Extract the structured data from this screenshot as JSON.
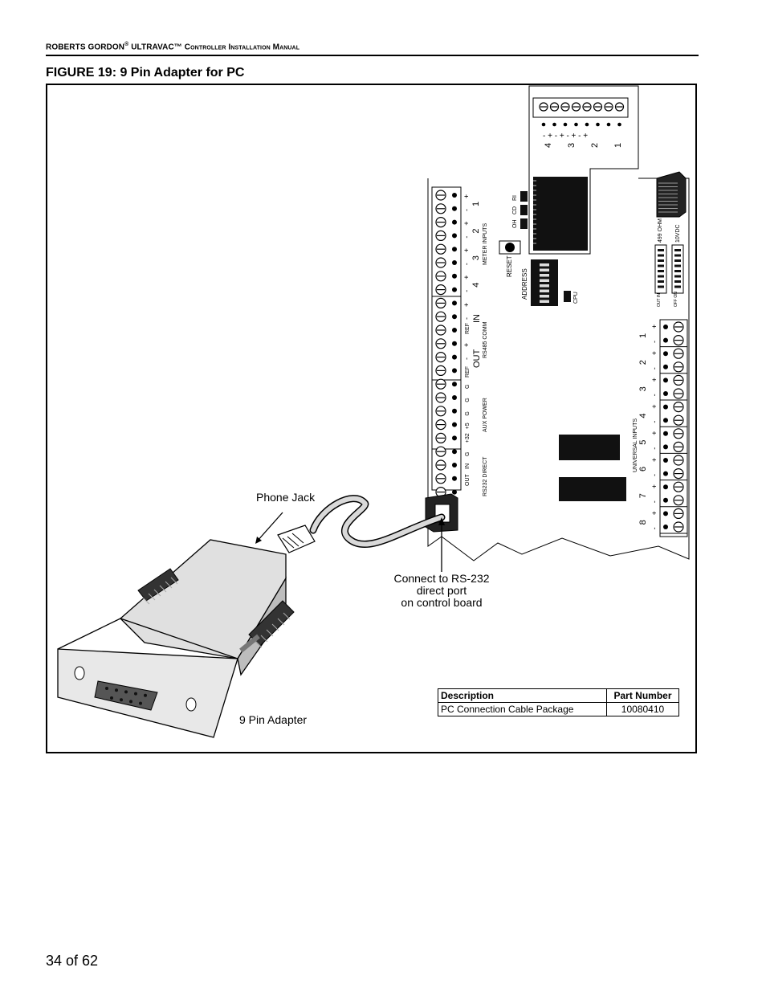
{
  "header": {
    "brand": "ROBERTS GORDON",
    "reg": "®",
    "product": "ULTRAVAC™",
    "rest": "Controller Installation Manual"
  },
  "figure": {
    "title": "FIGURE 19: 9 Pin Adapter for PC",
    "callouts": {
      "phone_jack": "Phone Jack",
      "connect_line1": "Connect to RS-232",
      "connect_line2": "direct port",
      "connect_line3": "on control board",
      "adapter": "9 Pin Adapter"
    },
    "board_labels": {
      "meter_inputs": "METER INPUTS",
      "rs485_comm": "RS485 COMM",
      "aux_power": "AUX POWER",
      "rs232_direct": "RS232 DIRECT",
      "universal_inputs": "UNIVERSAL INPUTS",
      "reset": "RESET",
      "address": "ADDRESS",
      "cpu": "CPU",
      "ohm_499": "499 OHM",
      "vdc_10": "10VDC",
      "oh": "OH",
      "cd": "CD",
      "ri": "RI",
      "out": "OUT",
      "in": "IN",
      "ref": "REF",
      "out_in_small": "OUT IN",
      "off_on_small": "OFF ON",
      "aux_terms": [
        "+32",
        "+5",
        "G",
        "G",
        "G"
      ],
      "rs232_terms": [
        "OUT",
        "IN",
        "G"
      ],
      "meter_numbers": [
        "1",
        "2",
        "3",
        "4"
      ],
      "top_numbers": [
        "4",
        "3",
        "2",
        "1"
      ],
      "universal_numbers": [
        "1",
        "2",
        "3",
        "4",
        "5",
        "6",
        "7",
        "8"
      ],
      "plus": "+",
      "minus": "-"
    }
  },
  "parts_table": {
    "headers": [
      "Description",
      "Part Number"
    ],
    "rows": [
      {
        "description": "PC Connection Cable Package",
        "part_number": "10080410"
      }
    ]
  },
  "footer": {
    "page": "34 of 62"
  }
}
